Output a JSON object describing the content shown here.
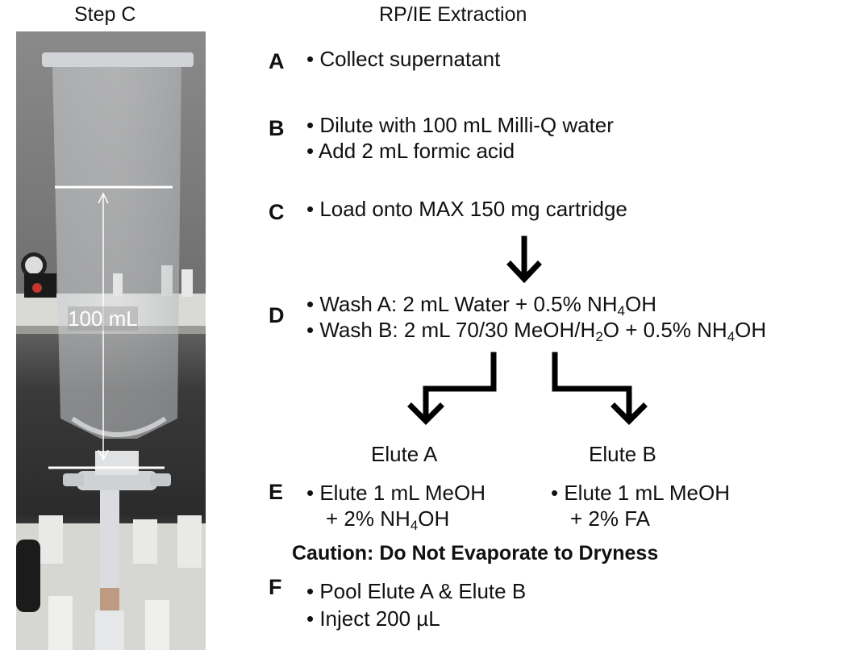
{
  "photo_heading": "Step C",
  "protocol_heading": "RP/IE Extraction",
  "volume_label": "100 mL",
  "steps": {
    "A": {
      "letter": "A",
      "lines": [
        "• Collect supernatant"
      ]
    },
    "B": {
      "letter": "B",
      "lines": [
        "• Dilute with 100 mL Milli-Q water",
        "• Add 2 mL formic acid"
      ]
    },
    "C": {
      "letter": "C",
      "lines": [
        "• Load onto MAX 150 mg cartridge"
      ]
    },
    "D": {
      "letter": "D",
      "wash_a": {
        "pre": "• Wash A: 2 mL Water + 0.5% NH",
        "sub": "4",
        "post": "OH"
      },
      "wash_b": {
        "pre": "• Wash B: 2 mL 70/30 MeOH/H",
        "sub1": "2",
        "mid": "O + 0.5% NH",
        "sub2": "4",
        "post": "OH"
      }
    },
    "E": {
      "letter": "E",
      "elute_a": {
        "title": "Elute A",
        "line1": "• Elute 1 mL MeOH",
        "line2_pre": "+ 2% NH",
        "line2_sub": "4",
        "line2_post": "OH"
      },
      "elute_b": {
        "title": "Elute B",
        "line1": "• Elute 1 mL MeOH",
        "line2": "+ 2% FA"
      },
      "caution": "Caution: Do Not Evaporate to Dryness"
    },
    "F": {
      "letter": "F",
      "lines": [
        "• Pool Elute A & Elute B",
        "• Inject 200 µL"
      ]
    }
  }
}
